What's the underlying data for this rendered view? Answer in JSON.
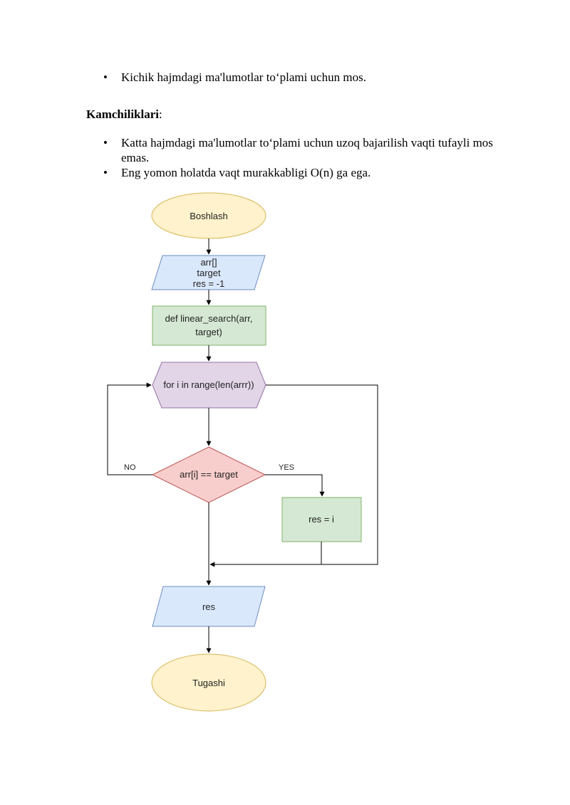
{
  "advantages": [
    "Kichik hajmdagi ma'lumotlar to‘plami uchun mos."
  ],
  "disadvantages_heading": "Kamchiliklari",
  "disadvantages_colon": ":",
  "disadvantages": [
    "Katta hajmdagi ma'lumotlar to‘plami uchun uzoq bajarilish vaqti tufayli mos emas.",
    "Eng yomon holatda vaqt murakkabligi O(n) ga ega."
  ],
  "flowchart": {
    "start": "Boshlash",
    "input_lines": [
      "arr[]",
      "target",
      "res = -1"
    ],
    "function_lines": [
      "def linear_search(arr,",
      "target)"
    ],
    "loop": "for i in range(len(arrr))",
    "condition": "arr[i] == target",
    "no_label": "NO",
    "yes_label": "YES",
    "assign": "res = i",
    "output": "res",
    "end": "Tugashi"
  },
  "colors": {
    "terminal_fill": "#fff2cc",
    "terminal_stroke": "#d6b656",
    "io_fill": "#dae8fc",
    "io_stroke": "#6c8ebf",
    "process_fill": "#d5e8d4",
    "process_stroke": "#82b366",
    "loop_fill": "#e1d5e7",
    "loop_stroke": "#9673a6",
    "decision_fill": "#f8cecc",
    "decision_stroke": "#b85450"
  }
}
